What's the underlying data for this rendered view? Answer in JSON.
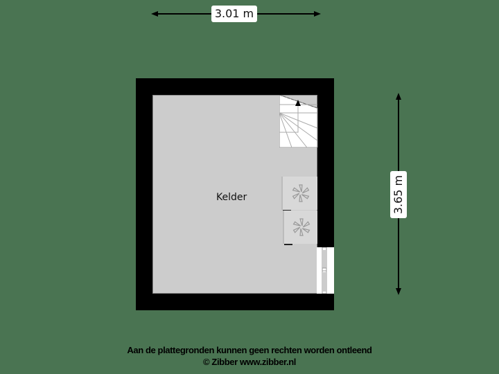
{
  "dimensions": {
    "width_label": "3.01 m",
    "height_label": "3.65 m"
  },
  "rooms": [
    {
      "name": "Kelder"
    }
  ],
  "features": {
    "stairs": "stairs-up",
    "appliances": [
      "washing-machine",
      "dryer"
    ],
    "window": "window-east"
  },
  "footer": {
    "disclaimer": "Aan de plattegronden kunnen geen rechten worden ontleend",
    "copyright": "© Zibber www.zibber.nl"
  },
  "colors": {
    "background": "#4a7452",
    "wall": "#000000",
    "floor": "#cccccc"
  }
}
